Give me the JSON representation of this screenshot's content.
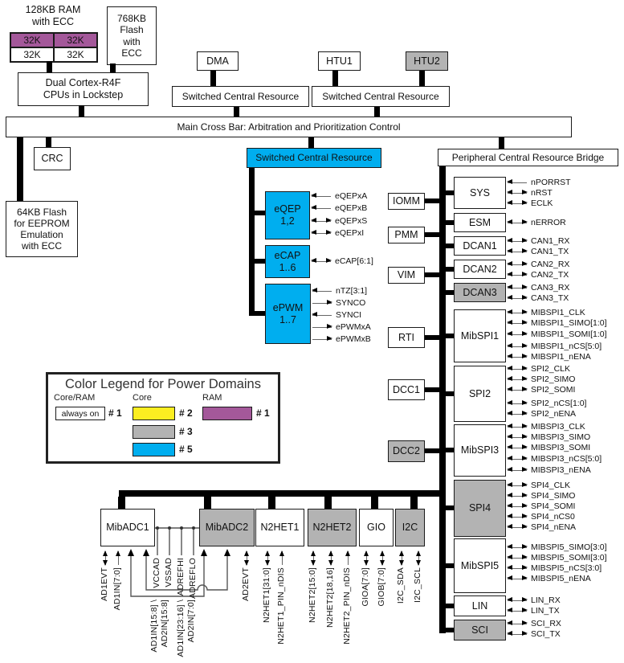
{
  "colors": {
    "cyan": "#00aeef",
    "gray": "#b3b3b3",
    "yellow": "#fcee21",
    "purple": "#a4589a"
  },
  "top": {
    "ram_title": [
      "128KB RAM",
      "with ECC"
    ],
    "ram_cells": [
      "32K",
      "32K",
      "32K",
      "32K"
    ],
    "flash": [
      "768KB",
      "Flash",
      "with",
      "ECC"
    ],
    "cpu": [
      "Dual Cortex-R4F",
      "CPUs in Lockstep"
    ],
    "dma": "DMA",
    "htu1": "HTU1",
    "htu2": "HTU2",
    "scr1": "Switched Central Resource",
    "scr2": "Switched Central Resource"
  },
  "crossbar": "Main Cross Bar: Arbitration and Prioritization Control",
  "left": {
    "crc": "CRC",
    "eeprom": [
      "64KB Flash",
      "for EEPROM",
      "Emulation",
      "with ECC"
    ]
  },
  "center": {
    "scr": "Switched Central Resource",
    "eqep": [
      "eQEP",
      "1,2"
    ],
    "ecap": [
      "eCAP",
      "1..6"
    ],
    "epwm": [
      "ePWM",
      "1..7"
    ],
    "eqep_signals": [
      "eQEPxA",
      "eQEPxB",
      "eQEPxS",
      "eQEPxI"
    ],
    "ecap_signals": [
      "eCAP[6:1]"
    ],
    "epwm_signals": [
      "nTZ[3:1]",
      "SYNCO",
      "SYNCI",
      "ePWMxA",
      "ePWMxB"
    ]
  },
  "right": {
    "bridge": "Peripheral Central Resource Bridge",
    "side": [
      "IOMM",
      "PMM",
      "VIM",
      "RTI",
      "DCC1",
      "DCC2"
    ],
    "modules": [
      {
        "name": "SYS",
        "signals": [
          "nPORRST",
          "nRST",
          "ECLK"
        ]
      },
      {
        "name": "ESM",
        "signals": [
          "nERROR"
        ]
      },
      {
        "name": "DCAN1",
        "signals": [
          "CAN1_RX",
          "CAN1_TX"
        ]
      },
      {
        "name": "DCAN2",
        "signals": [
          "CAN2_RX",
          "CAN2_TX"
        ]
      },
      {
        "name": "DCAN3",
        "signals": [
          "CAN3_RX",
          "CAN3_TX"
        ]
      },
      {
        "name": "MibSPI1",
        "signals": [
          "MIBSPI1_CLK",
          "MIBSPI1_SIMO[1:0]",
          "MIBSPI1_SOMI[1:0]",
          "MIBSPI1_nCS[5:0]",
          "MIBSPI1_nENA"
        ]
      },
      {
        "name": "SPI2",
        "signals": [
          "SPI2_CLK",
          "SPI2_SIMO",
          "SPI2_SOMI",
          "SPI2_nCS[1:0]",
          "SPI2_nENA"
        ]
      },
      {
        "name": "MibSPI3",
        "signals": [
          "MIBSPI3_CLK",
          "MIBSPI3_SIMO",
          "MIBSPI3_SOMI",
          "MIBSPI3_nCS[5:0]",
          "MIBSPI3_nENA"
        ]
      },
      {
        "name": "SPI4",
        "signals": [
          "SPI4_CLK",
          "SPI4_SIMO",
          "SPI4_SOMI",
          "SPI4_nCS0",
          "SPI4_nENA"
        ]
      },
      {
        "name": "MibSPI5",
        "signals": [
          "MIBSPI5_SIMO[3:0]",
          "MIBSPI5_SOMI[3:0]",
          "MIBSPI5_nCS[3:0]",
          "MIBSPI5_nENA"
        ]
      },
      {
        "name": "LIN",
        "signals": [
          "LIN_RX",
          "LIN_TX"
        ]
      },
      {
        "name": "SCI",
        "signals": [
          "SCI_RX",
          "SCI_TX"
        ]
      }
    ]
  },
  "legend": {
    "title": "Color Legend for Power Domains",
    "headers": [
      "Core/RAM",
      "Core",
      "RAM"
    ],
    "always_on": "always on",
    "tags": [
      "# 1",
      "# 2",
      "# 3",
      "# 5",
      "# 1"
    ]
  },
  "bottom": {
    "modules": [
      "MibADC1",
      "MibADC2",
      "N2HET1",
      "N2HET2",
      "GIO",
      "I2C"
    ],
    "pins": [
      "AD1EVT",
      "AD1IN[7:0]",
      "VCCAD",
      "VSSAD",
      "ADREFHI",
      "ADREFLO",
      "AD2EVT",
      "N2HET1[31:0]",
      "N2HET1_PIN_nDIS",
      "N2HET2[15:0]",
      "N2HET2[18,16]",
      "N2HET2_PIN_nDIS",
      "GIOA[7:0]",
      "GIOB[7:0]",
      "I2C_SDA",
      "I2C_SCL"
    ],
    "routed_pins": [
      "AD1IN[15:8] \\",
      "AD2IN[15:8]",
      "AD1IN[23:16] \\",
      "AD2IN[7:0]"
    ]
  }
}
